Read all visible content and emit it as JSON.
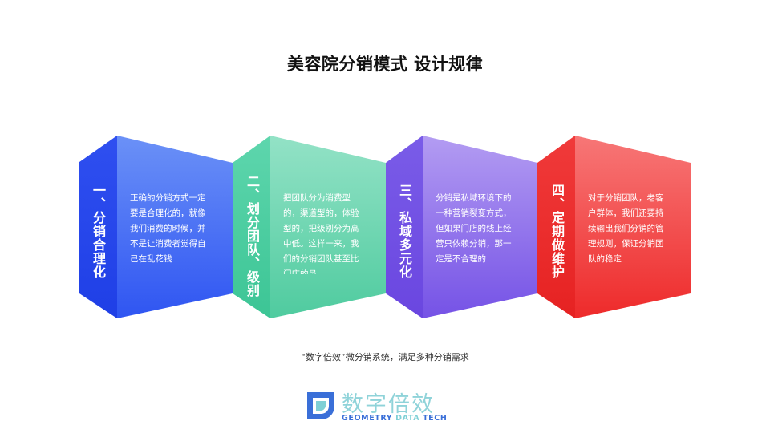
{
  "title": "美容院分销模式 设计规律",
  "blocks": [
    {
      "label": "一、分销合理化",
      "text": "正确的分销方式一定要是合理化的，就像我们消费的时候，并不是让消费者觉得自己在乱花钱",
      "colors": {
        "side_top": "#2f4ff0",
        "side_bottom": "#1f3fe6",
        "front_top": "#6b91f7",
        "front_bottom": "#2f55f2"
      }
    },
    {
      "label": "二、划分团队、级别",
      "text": "把团队分为消费型的，渠道型的，体验型的，把级别分为高中低。这样一来，我们的分销团队甚至比门店的员",
      "colors": {
        "side_top": "#5ed6ad",
        "side_bottom": "#3cc595",
        "front_top": "#93e2c6",
        "front_bottom": "#4fcb9f"
      }
    },
    {
      "label": "三、私域多元化",
      "text": "分销是私域环境下的一种营销裂变方式，但如果门店的线上经营只依赖分销，那一定是不合理的",
      "colors": {
        "side_top": "#7a5ce8",
        "side_bottom": "#6a46e0",
        "front_top": "#b39cf2",
        "front_bottom": "#7552e6"
      }
    },
    {
      "label": "四、定期做维护",
      "text": "对于分销团队，老客户群体，我们还要持续输出我们分销的管理规则，保证分销团队的稳定",
      "colors": {
        "side_top": "#f03a3a",
        "side_bottom": "#e62222",
        "front_top": "#f77777",
        "front_bottom": "#ee2a2a"
      }
    }
  ],
  "caption": "“数字倍效”微分销系统，满足多种分销需求",
  "logo": {
    "cn": "数字倍效",
    "en_part1": "GEOMETRY ",
    "en_part2": "DATA",
    "en_part3": " TECH",
    "mark_color": "#3a6fd8",
    "mark_accent": "#7fd0d6"
  }
}
